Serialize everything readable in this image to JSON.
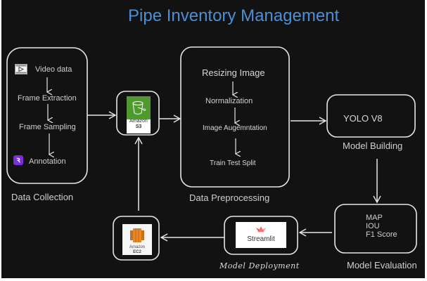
{
  "title": "Pipe Inventory Management",
  "stages": {
    "data_collection": {
      "label": "Data Collection",
      "steps": [
        "Video data",
        "Frame Extraction",
        "Frame Sampling",
        "Annotation"
      ],
      "icons": {
        "video": "video-file-icon",
        "annotation": "annotation-tool-icon"
      }
    },
    "storage": {
      "icon": "amazon-s3-bucket-icon",
      "line1": "Amazon",
      "line2": "S3"
    },
    "data_preprocessing": {
      "label": "Data Preprocessing",
      "steps": [
        "Resizing Image",
        "Normalization",
        "Image Augemntation",
        "Train Test Split"
      ]
    },
    "model_building": {
      "label": "Model Building",
      "content": "YOLO V8"
    },
    "model_evaluation": {
      "label": "Model Evaluation",
      "metrics": [
        "MAP",
        "IOU",
        "F1 Score"
      ]
    },
    "model_deployment": {
      "label": "Model Deployment",
      "icon": "streamlit-logo-icon",
      "text": "Streamlit"
    },
    "compute": {
      "icon": "amazon-ec2-icon",
      "line1": "Amazon",
      "line2": "EC2"
    }
  },
  "colors": {
    "background": "#121212",
    "title": "#4a90d6",
    "stroke": "#e6e6e6",
    "s3_green": "#4e9a2e",
    "ec2_orange": "#e8862a",
    "streamlit_red": "#ff4b4b",
    "annotation_purple": "#7b2fd6"
  }
}
